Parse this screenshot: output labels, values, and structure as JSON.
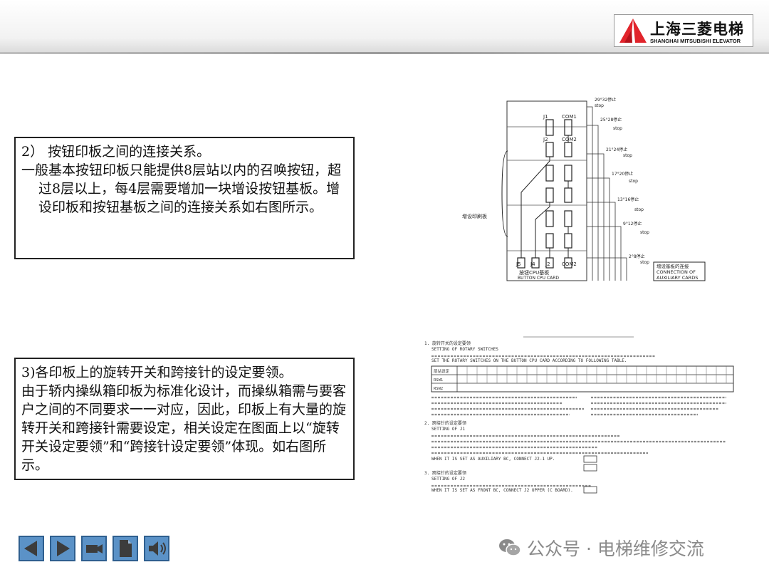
{
  "logo": {
    "name_cn": "上海三菱电梯",
    "name_en": "SHANGHAI MITSUBISHI ELEVATOR"
  },
  "box1": {
    "heading": "2）  按钮印板之间的连接关系。",
    "paragraph": "一般基本按钮印板只能提供8层站以内的召唤按钮，超过8层以上，每4层需要增加一块增设按钮基板。增设印板和按钮基板之间的连接关系如右图所示。"
  },
  "box2": {
    "heading": "3)各印板上的旋转开关和跨接针的设定要领。",
    "paragraph": "由于轿内操纵箱印板为标准化设计，而操纵箱需与要客户之间的不同要求一一对应，因此，印板上有大量的旋转开关和跨接针需要设定，相关设定在图面上以“旋转开关设定要领”和“跨接针设定要领”体现。如右图所示。"
  },
  "figure1": {
    "connectors": [
      "J1",
      "COM1",
      "J2",
      "COM2"
    ],
    "bottom_labels": [
      "J5",
      "J4",
      "J2",
      "COM2"
    ],
    "board_label_cn": "按钮CPU基板",
    "board_label_en": "BUTTON CPU CARD",
    "left_label": "增设印刷板",
    "stop_labels": [
      "29°32停止",
      "25°28停止",
      "21°24停止",
      "17°20停止",
      "13°16停止",
      "9°12停止",
      "2°8停止"
    ],
    "stop_word": "stop",
    "legend_cn": "增设基板的连接",
    "legend_en1": "CONNECTION OF",
    "legend_en2": "AUXILIARY CARDS"
  },
  "figure2": {
    "lines": [
      "1. 旋转开关的设定要领",
      "SETTING OF ROTARY SWITCHES",
      "SET THE ROTARY SWITCHES ON THE BUTTON CPU CARD ACCORDING TO FOLLOWING TABLE.",
      "2. 跨接针的设定要领",
      "SETTING OF J1",
      "WHEN IT IS SET AS AUXILIARY BC, CONNECT J2-1 UP.",
      "3. 跨接针的设定要领",
      "SETTING OF J2",
      "WHEN IT IS SET AS FRONT BC, CONNECT J2 UPPER (C BOARD)."
    ],
    "table_row_labels": [
      "层站设定",
      "RSW1",
      "RSW2"
    ]
  },
  "watermark": {
    "text": "公众号 · 电梯维修交流"
  },
  "nav": {
    "items": [
      "prev-icon",
      "next-icon",
      "camera-icon",
      "document-icon",
      "speaker-icon"
    ]
  }
}
